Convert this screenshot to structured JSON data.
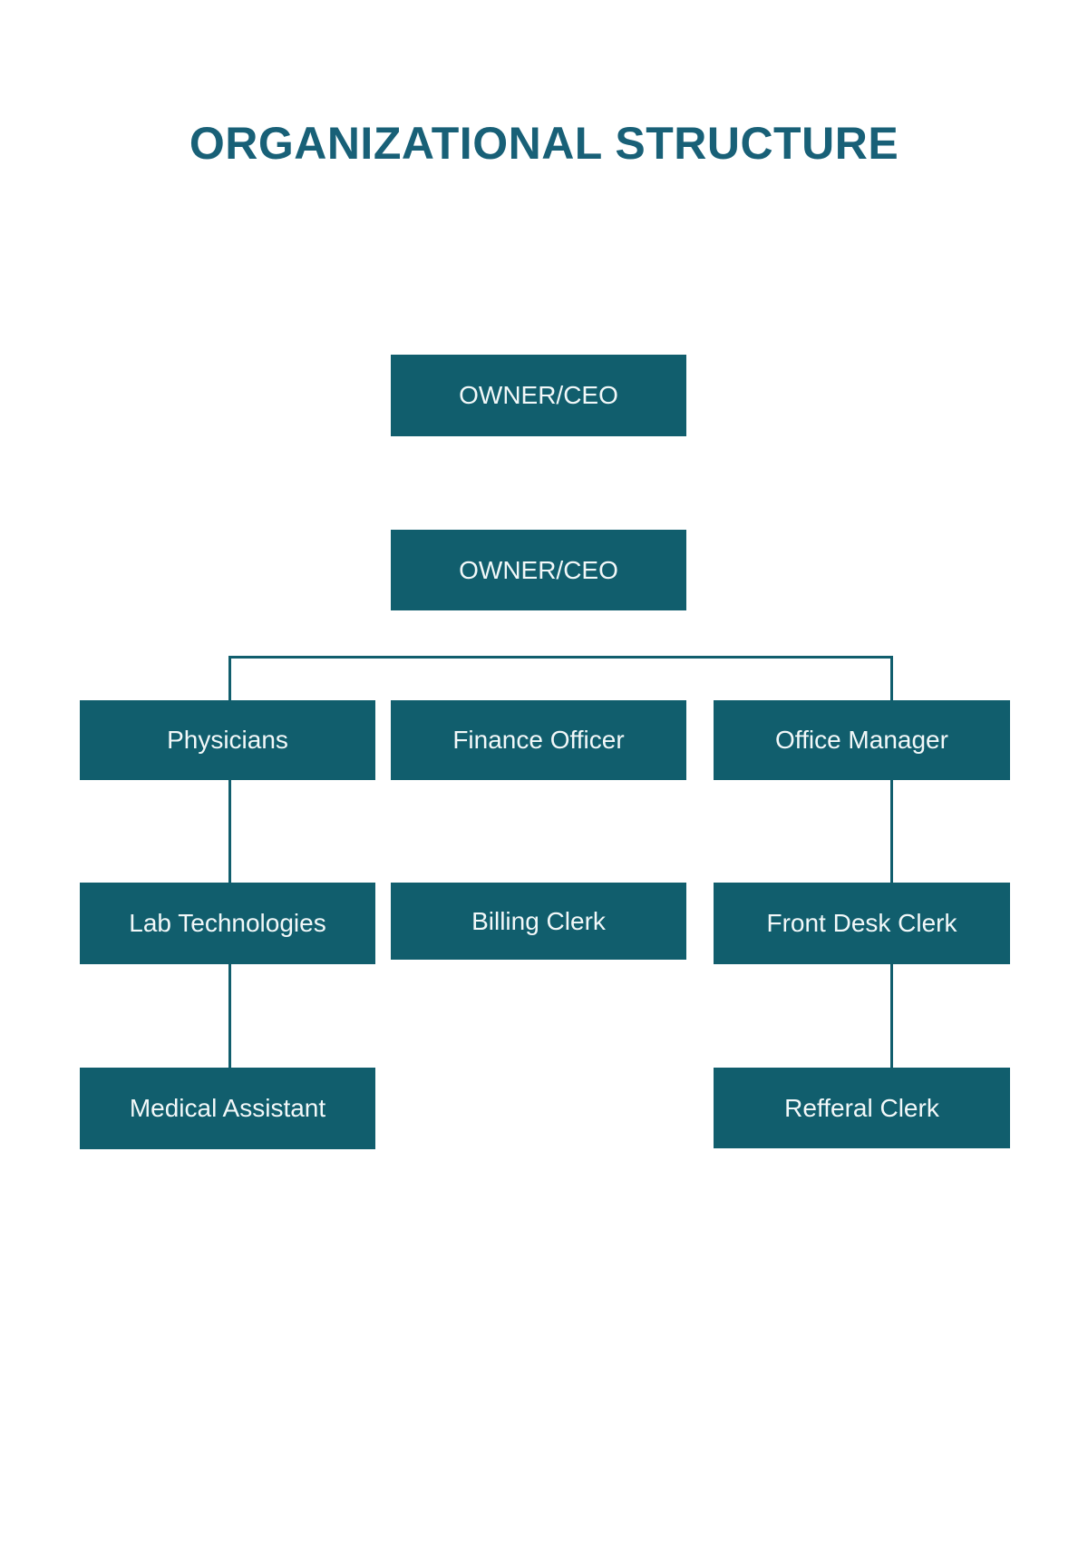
{
  "title": {
    "text": "ORGANIZATIONAL STRUCTURE"
  },
  "colors": {
    "page_background": "#ffffff",
    "title_text": "#186077",
    "box_fill": "#115e6d",
    "box_text": "#f2f8f9",
    "connector": "#115e6d"
  },
  "chart_data": {
    "type": "org-chart",
    "title": "ORGANIZATIONAL STRUCTURE",
    "nodes": [
      {
        "id": "owner-ceo-1",
        "label": "OWNER/CEO",
        "row": 1,
        "col": "center",
        "reports_to": null
      },
      {
        "id": "owner-ceo-2",
        "label": "OWNER/CEO",
        "row": 2,
        "col": "center",
        "reports_to": "owner-ceo-1"
      },
      {
        "id": "physicians",
        "label": "Physicians",
        "row": 3,
        "col": "left",
        "reports_to": "owner-ceo-2"
      },
      {
        "id": "finance-officer",
        "label": "Finance Officer",
        "row": 3,
        "col": "center",
        "reports_to": "owner-ceo-2"
      },
      {
        "id": "office-manager",
        "label": "Office Manager",
        "row": 3,
        "col": "right",
        "reports_to": "owner-ceo-2"
      },
      {
        "id": "lab-technologies",
        "label": "Lab Technologies",
        "row": 4,
        "col": "left",
        "reports_to": "physicians"
      },
      {
        "id": "billing-clerk",
        "label": "Billing Clerk",
        "row": 4,
        "col": "center",
        "reports_to": "finance-officer"
      },
      {
        "id": "front-desk-clerk",
        "label": "Front Desk Clerk",
        "row": 4,
        "col": "right",
        "reports_to": "office-manager"
      },
      {
        "id": "medical-assistant",
        "label": "Medical Assistant",
        "row": 5,
        "col": "left",
        "reports_to": "lab-technologies"
      },
      {
        "id": "refferal-clerk",
        "label": "Refferal Clerk",
        "row": 5,
        "col": "right",
        "reports_to": "front-desk-clerk"
      }
    ]
  }
}
